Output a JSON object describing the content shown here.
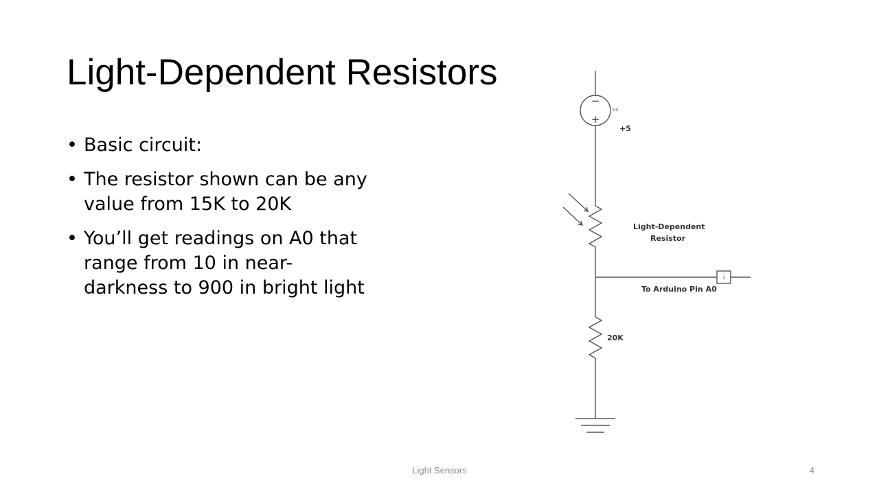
{
  "slide": {
    "title": "Light-Dependent Resistors",
    "bullets": [
      "Basic circuit:",
      "The resistor shown can be any value from 15K to 20K",
      "You’ll get readings on A0 that range from 10 in near-darkness to 900 in bright light"
    ],
    "bullet_glyph": "•"
  },
  "circuit": {
    "source_minus": "−",
    "source_plus": "+",
    "source_tag": "DC",
    "voltage_label": "+5",
    "ldr_label_line1": "Light-Dependent",
    "ldr_label_line2": "Resistor",
    "pin_label": "To Arduino Pin A0",
    "pin_number": "2",
    "resistor_label": "20K"
  },
  "footer": {
    "text": "Light Sensors",
    "page_number": "4"
  }
}
